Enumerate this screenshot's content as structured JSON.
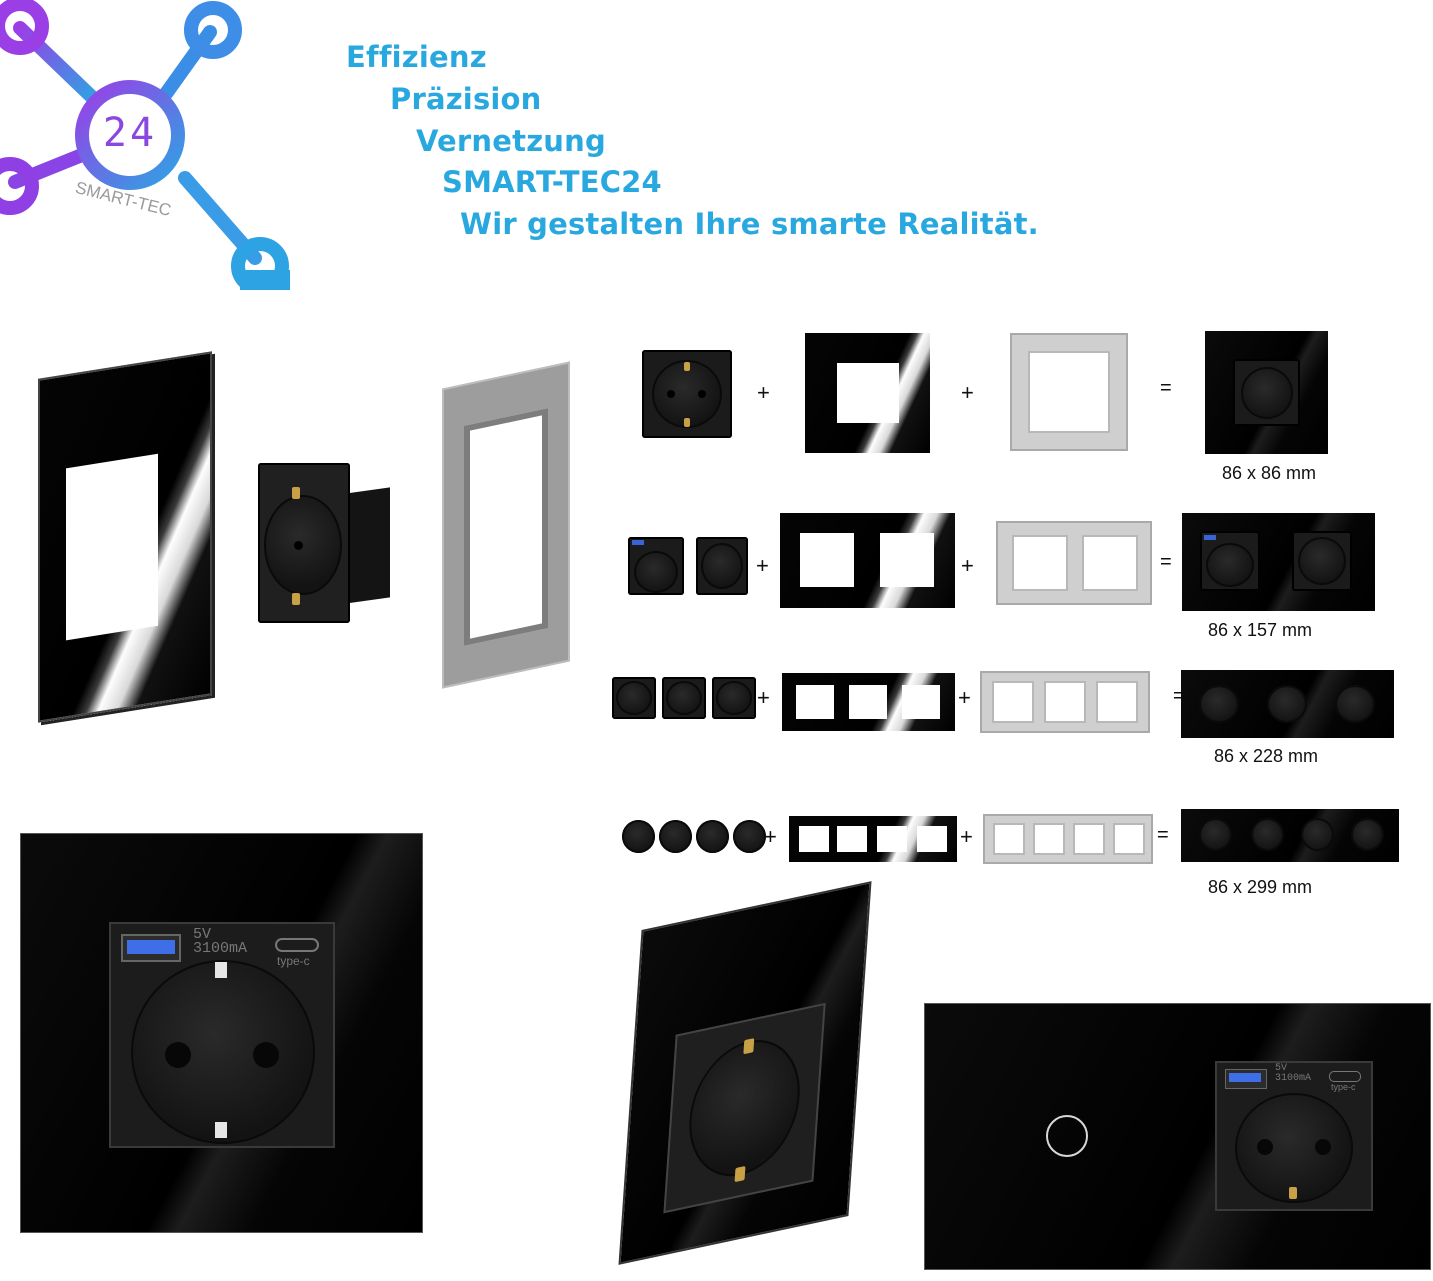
{
  "brand": {
    "logo_number": "24",
    "logo_text": "SMART-TEC",
    "colors": {
      "purple": "#8f3fe4",
      "blue": "#2ea3e3",
      "text_blue": "#29a8e0"
    }
  },
  "slogan": {
    "line1": "Effizienz",
    "line2": "Präzision",
    "line3": "Vernetzung",
    "line4": "SMART-TEC24",
    "line5": "Wir gestalten Ihre smarte Realität."
  },
  "combos": [
    {
      "op_plus1": "+",
      "op_plus2": "+",
      "op_equals": "=",
      "size": "86 x 86 mm",
      "modules": 1
    },
    {
      "op_plus1": "+",
      "op_plus2": "+",
      "op_equals": "=",
      "size": "86 x 157 mm",
      "modules": 2
    },
    {
      "op_plus1": "+",
      "op_plus2": "+",
      "op_equals": "=",
      "size": "86 x 228 mm",
      "modules": 3
    },
    {
      "op_plus1": "+",
      "op_plus2": "+",
      "op_equals": "=",
      "size": "86 x 299 mm",
      "modules": 4
    }
  ],
  "usb_socket": {
    "rating_line1": "5V",
    "rating_line2": "3100mA",
    "port_label": "type-c"
  },
  "touch_combo": {
    "rating_line1": "5V",
    "rating_line2": "3100mA",
    "port_label": "type-c"
  },
  "icons": [
    "logo-network-icon",
    "usb-a-port-icon",
    "usb-c-port-icon",
    "touch-ring-icon",
    "schuko-socket-icon"
  ]
}
